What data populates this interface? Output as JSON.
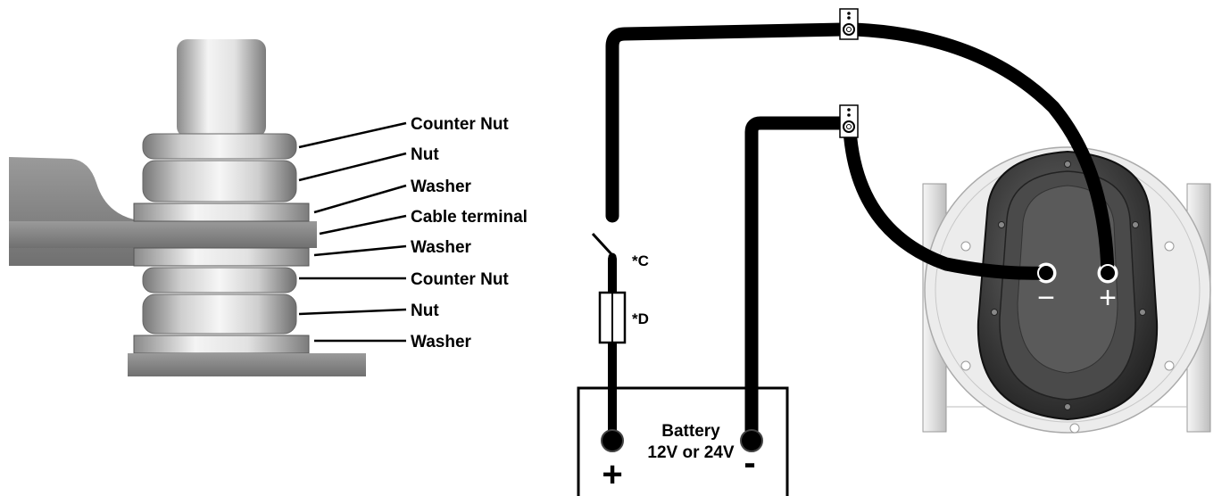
{
  "stack_labels": {
    "counter_nut_top": "Counter Nut",
    "nut_top": "Nut",
    "washer_1": "Washer",
    "cable_terminal": "Cable terminal",
    "washer_2": "Washer",
    "counter_nut_bottom": "Counter Nut",
    "nut_bottom": "Nut",
    "washer_3": "Washer"
  },
  "circuit": {
    "switch_label": "*C",
    "fuse_label": "*D",
    "battery_line1": "Battery",
    "battery_line2": "12V or 24V",
    "battery_plus": "+",
    "battery_minus": "-"
  },
  "motor": {
    "minus_symbol": "−",
    "plus_symbol": "+"
  },
  "colors": {
    "cable": "#000000",
    "housing_dark": "#3a3a3a",
    "housing_light": "#e8e8e8",
    "metal_mid": "#b8b8b8"
  }
}
